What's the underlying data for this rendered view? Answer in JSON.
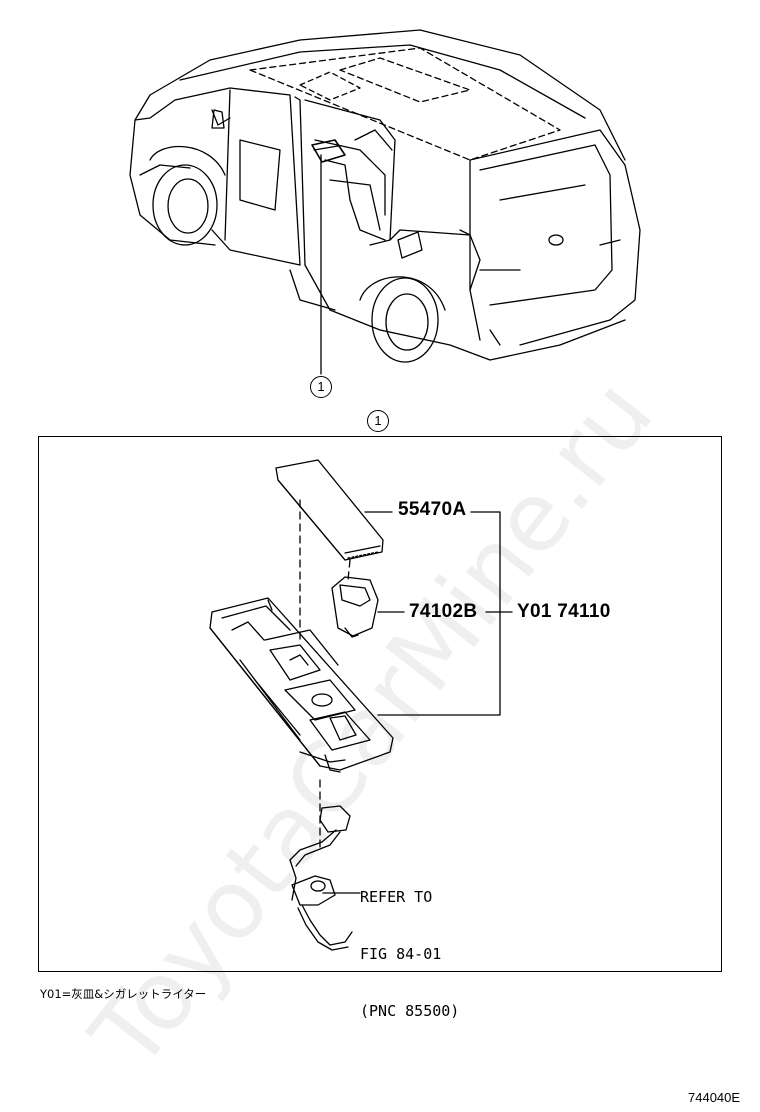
{
  "diagram": {
    "callout_top": "1",
    "callout_box": "1",
    "parts": {
      "cover": "55470A",
      "ashtray": "74102B",
      "assembly": "Y01 74110"
    },
    "refer": {
      "line1": "REFER TO",
      "line2": "FIG 84-01",
      "line3": "(PNC 85500)"
    },
    "footnote": "Y01=灰皿&シガレットライター",
    "figure_code": "744040E",
    "watermark": "ToyotaCarMine.ru"
  }
}
